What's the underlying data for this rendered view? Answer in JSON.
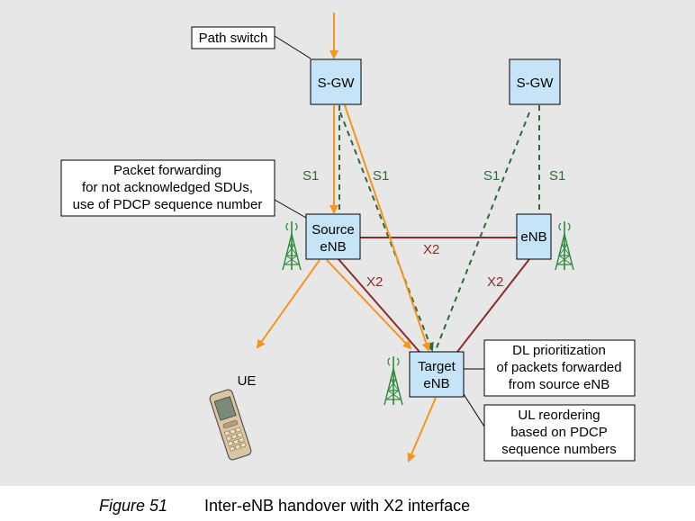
{
  "colors": {
    "background": "#e7e7e7",
    "node_fill": "#c6e4f8",
    "s1_path": "#2d6a3a",
    "x2_link": "#8e2a2a",
    "user_data": "#f7941d",
    "tower": "#2d8a3a"
  },
  "nodes": {
    "sgw_left": "S-GW",
    "sgw_right": "S-GW",
    "source_enb": [
      "Source",
      "eNB"
    ],
    "enb": "eNB",
    "target_enb": [
      "Target",
      "eNB"
    ]
  },
  "interfaces": {
    "s1": "S1",
    "x2": "X2"
  },
  "callouts": {
    "path_switch": "Path switch",
    "packet_forwarding": [
      "Packet forwarding",
      "for not acknowledged SDUs,",
      "use of PDCP sequence number"
    ],
    "dl_prioritization": [
      "DL prioritization",
      "of packets forwarded",
      "from source eNB"
    ],
    "ul_reordering": [
      "UL reordering",
      "based on PDCP",
      "sequence numbers"
    ]
  },
  "ue_label": "UE",
  "icons": [
    "antenna-tower-icon",
    "mobile-phone-icon"
  ],
  "caption": {
    "number": "Figure 51",
    "text": "Inter-eNB handover with X2 interface"
  }
}
